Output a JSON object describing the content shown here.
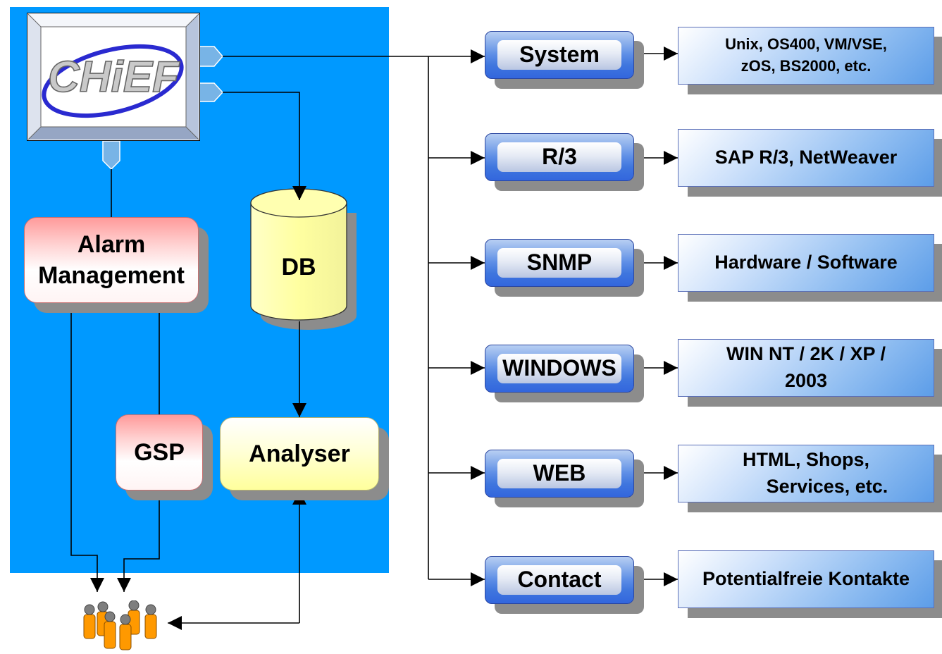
{
  "logo_text": "CHiEF",
  "alarm_management": {
    "line1": "Alarm",
    "line2": "Management"
  },
  "gsp": "GSP",
  "db": "DB",
  "analyser": "Analyser",
  "systems": [
    {
      "label": "System",
      "desc_lines": [
        "Unix, OS400, VM/VSE,",
        "zOS, BS2000, etc."
      ]
    },
    {
      "label": "R/3",
      "desc_lines": [
        "SAP R/3, NetWeaver"
      ]
    },
    {
      "label": "SNMP",
      "desc_lines": [
        "Hardware / Software"
      ]
    },
    {
      "label": "WINDOWS",
      "desc_lines": [
        "WIN NT / 2K / XP /",
        "2003"
      ]
    },
    {
      "label": "WEB",
      "desc_lines": [
        "HTML, Shops,",
        "Services, etc."
      ]
    },
    {
      "label": "Contact",
      "desc_lines": [
        "Potentialfreie Kontakte"
      ]
    }
  ],
  "colors": {
    "panel_blue": "#0099ff",
    "system_blue": "#3366dd",
    "desc_blue": "#8fbdf1",
    "alarm_pink": "#ff9a9a",
    "db_yellow": "#ffff99",
    "people_orange": "#ff9900",
    "shadow_gray": "#8c8c8c"
  }
}
